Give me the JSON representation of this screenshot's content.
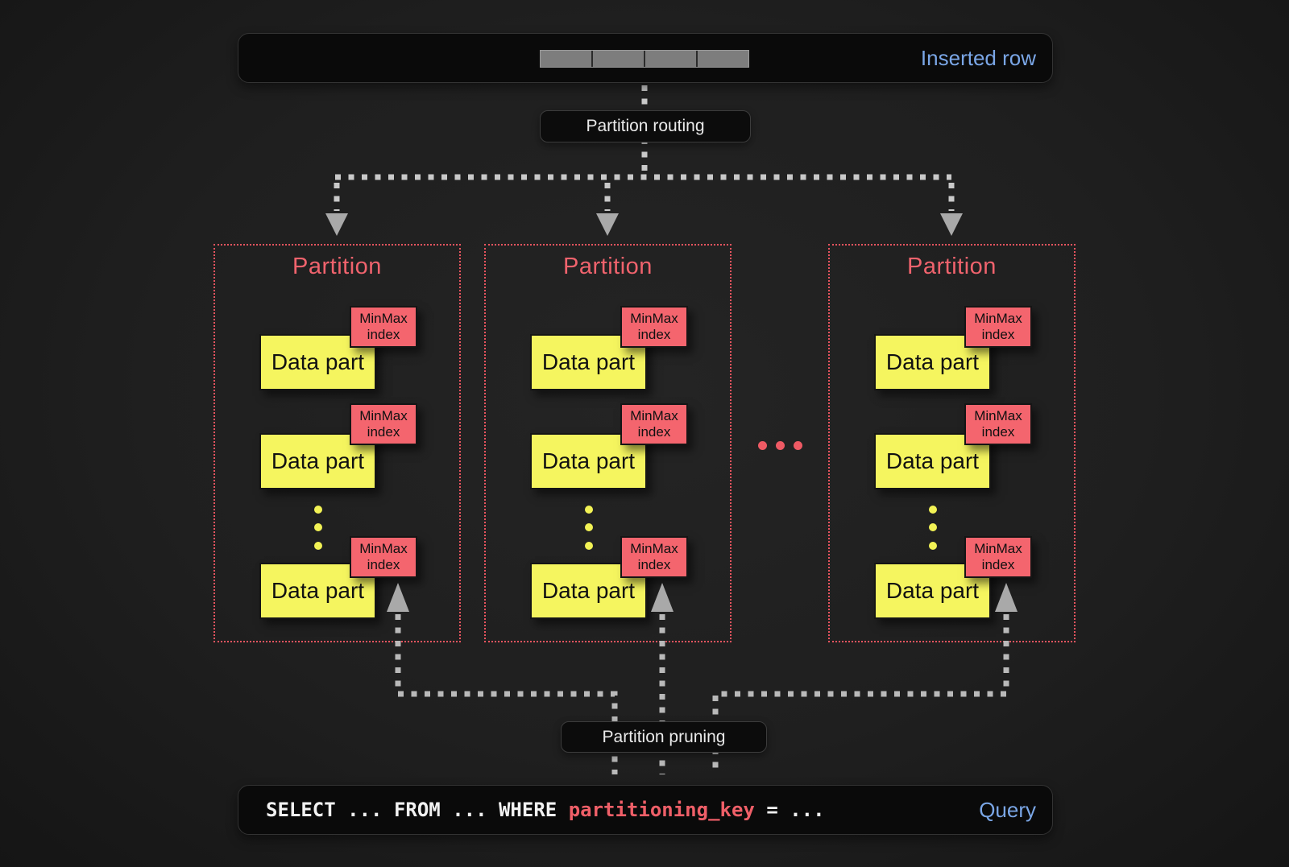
{
  "top_bar": {
    "label": "Inserted row",
    "cells": 4
  },
  "flow": {
    "routing_label": "Partition routing",
    "pruning_label": "Partition pruning"
  },
  "partitions": [
    {
      "title": "Partition",
      "parts": [
        {
          "part_label": "Data part",
          "index_label_top": "MinMax",
          "index_label_bottom": "index"
        },
        {
          "part_label": "Data part",
          "index_label_top": "MinMax",
          "index_label_bottom": "index"
        },
        {
          "part_label": "Data part",
          "index_label_top": "MinMax",
          "index_label_bottom": "index"
        }
      ]
    },
    {
      "title": "Partition",
      "parts": [
        {
          "part_label": "Data part",
          "index_label_top": "MinMax",
          "index_label_bottom": "index"
        },
        {
          "part_label": "Data part",
          "index_label_top": "MinMax",
          "index_label_bottom": "index"
        },
        {
          "part_label": "Data part",
          "index_label_top": "MinMax",
          "index_label_bottom": "index"
        }
      ]
    },
    {
      "title": "Partition",
      "parts": [
        {
          "part_label": "Data part",
          "index_label_top": "MinMax",
          "index_label_bottom": "index"
        },
        {
          "part_label": "Data part",
          "index_label_top": "MinMax",
          "index_label_bottom": "index"
        },
        {
          "part_label": "Data part",
          "index_label_top": "MinMax",
          "index_label_bottom": "index"
        }
      ]
    }
  ],
  "ellipsis_between_partitions": "...",
  "query_bar": {
    "sql_prefix": "SELECT ... FROM ... WHERE ",
    "sql_key": "partitioning_key",
    "sql_suffix": " = ...",
    "label": "Query"
  },
  "colors": {
    "background": "#1f1f1f",
    "card_background": "#0a0a0a",
    "accent_blue": "#7aa6e6",
    "accent_red": "#ee5a64",
    "minmax_red": "#f4656e",
    "data_part_yellow": "#f5f55f",
    "wire_gray": "#c0c0c0",
    "cell_gray": "#7d7d7d"
  }
}
